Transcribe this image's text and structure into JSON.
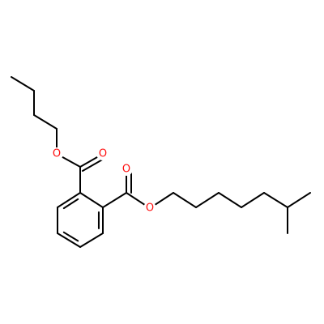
{
  "molecule": {
    "colors": {
      "bond": "#000000",
      "oxygen": "#ff0d0d",
      "background": "#ffffff"
    },
    "atoms": {
      "o_ester_left": "O",
      "o_carbonyl_left": "O",
      "o_carbonyl_right": "O",
      "o_ester_right": "O"
    }
  }
}
